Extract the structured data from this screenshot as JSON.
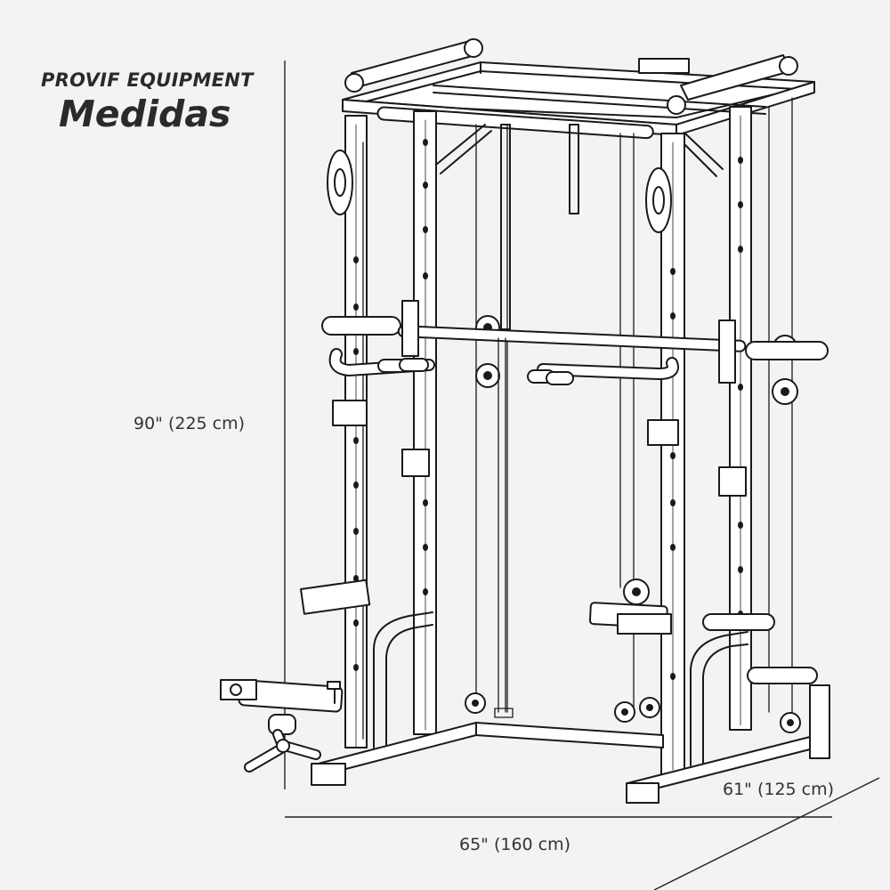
{
  "brand": "PROVIF EQUIPMENT",
  "heading": "Medidas",
  "dimensions": {
    "height": "90\" (225 cm)",
    "width": "65\" (160 cm)",
    "depth": "61\" (125 cm)"
  },
  "colors": {
    "background": "#f3f3f3",
    "line": "#1a1a1a",
    "fill": "#ffffff",
    "text": "#2a2a2a"
  }
}
